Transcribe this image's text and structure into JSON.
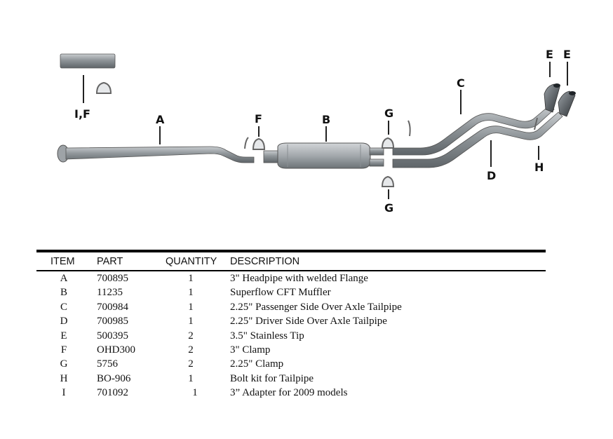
{
  "diagram": {
    "labels": {
      "i_f": "I,F",
      "a": "A",
      "f": "F",
      "b": "B",
      "g_top": "G",
      "g_bottom": "G",
      "c": "C",
      "d": "D",
      "e1": "E",
      "e2": "E",
      "h": "H"
    }
  },
  "table": {
    "headers": {
      "item": "ITEM",
      "part": "PART",
      "quantity": "QUANTITY",
      "description": "DESCRIPTION"
    },
    "rows": [
      {
        "item": "A",
        "part": "700895",
        "quantity": "1",
        "description": "3\" Headpipe with welded Flange"
      },
      {
        "item": "B",
        "part": "11235",
        "quantity": "1",
        "description": "Superflow CFT Muffler"
      },
      {
        "item": "C",
        "part": "700984",
        "quantity": "1",
        "description": "2.25\" Passenger Side Over Axle Tailpipe"
      },
      {
        "item": "D",
        "part": "700985",
        "quantity": "1",
        "description": "2.25\" Driver Side Over Axle Tailpipe"
      },
      {
        "item": "E",
        "part": "500395",
        "quantity": "2",
        "description": "3.5\" Stainless Tip"
      },
      {
        "item": "F",
        "part": "OHD300",
        "quantity": "2",
        "description": "3\" Clamp"
      },
      {
        "item": "G",
        "part": "5756",
        "quantity": "2",
        "description": "2.25\" Clamp"
      },
      {
        "item": "H",
        "part": "BO-906",
        "quantity": "1",
        "description": "Bolt kit for Tailpipe"
      },
      {
        "item": "I",
        "part": "701092",
        "quantity": "1",
        "description": "3” Adapter for 2009 models"
      }
    ]
  }
}
